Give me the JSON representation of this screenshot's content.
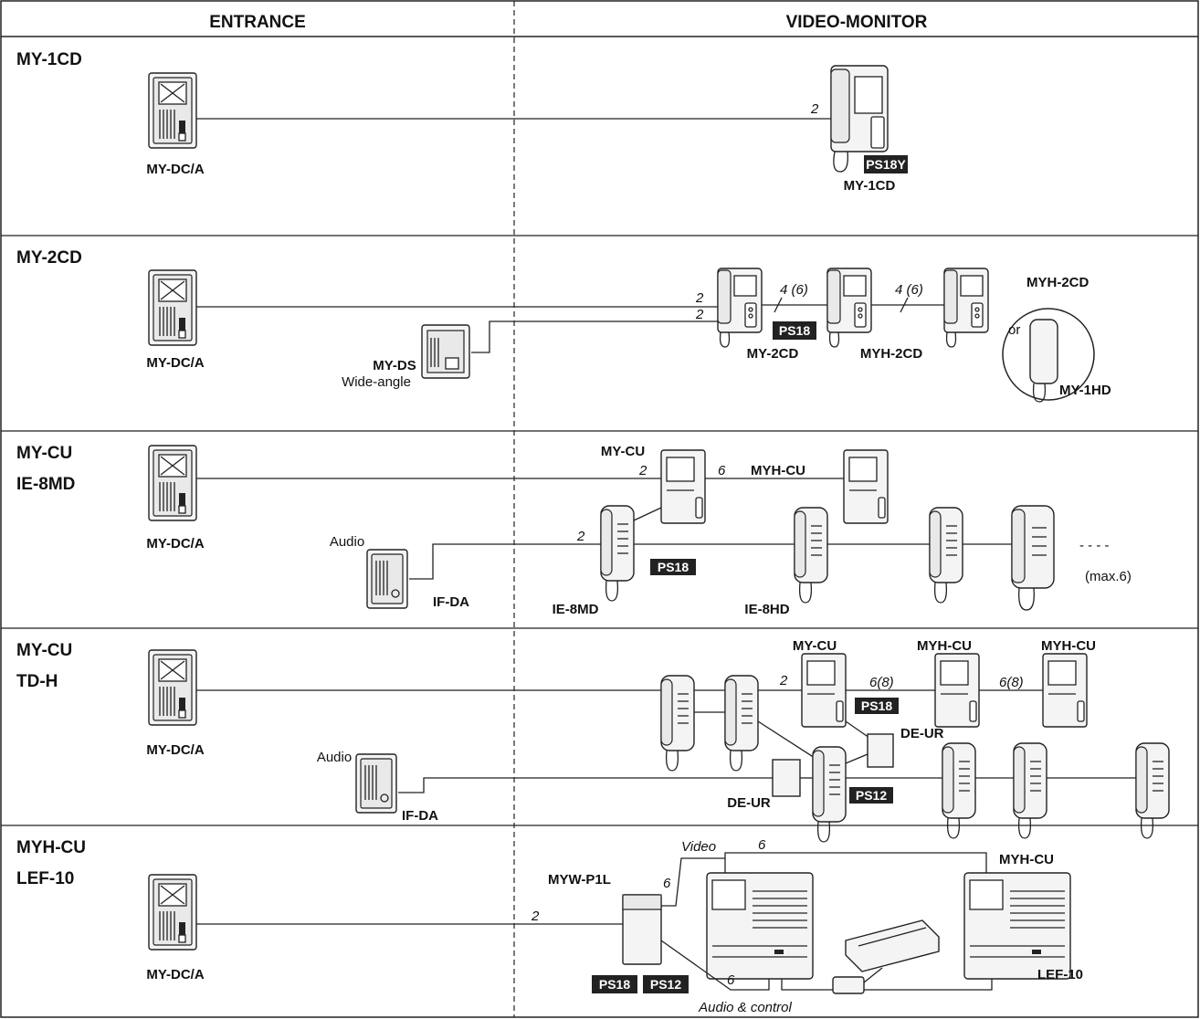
{
  "headers": {
    "entrance": "ENTRANCE",
    "monitor": "VIDEO-MONITOR"
  },
  "rows": [
    {
      "title": [
        "MY-1CD"
      ]
    },
    {
      "title": [
        "MY-2CD"
      ]
    },
    {
      "title": [
        "MY-CU",
        "IE-8MD"
      ]
    },
    {
      "title": [
        "MY-CU",
        "TD-H"
      ]
    },
    {
      "title": [
        "MYH-CU",
        "LEF-10"
      ]
    }
  ],
  "entrance_device_label": "MY-DC/A",
  "row1": {
    "wire": "2",
    "monitor": "MY-1CD",
    "psu": "PS18Y"
  },
  "row2": {
    "ds_label": "MY-DS",
    "ds_sub": "Wide-angle",
    "wire_a": "2",
    "wire_b": "2",
    "wire_c": "4 (6)",
    "wire_d": "4 (6)",
    "psu": "PS18",
    "mon1": "MY-2CD",
    "mon2": "MYH-2CD",
    "mon3": "MYH-2CD",
    "or": "or",
    "handset": "MY-1HD"
  },
  "row3": {
    "cu": "MY-CU",
    "myh": "MYH-CU",
    "wire_a": "2",
    "wire_b": "6",
    "wire_c": "2",
    "audio": "Audio",
    "ifda": "IF-DA",
    "ie8md": "IE-8MD",
    "ie8hd": "IE-8HD",
    "psu": "PS18",
    "dashes": "- - - -",
    "max": "(max.6)"
  },
  "row4": {
    "cu": "MY-CU",
    "myh1": "MYH-CU",
    "myh2": "MYH-CU",
    "wire_a": "2",
    "wire_b": "6(8)",
    "wire_c": "6(8)",
    "psu18": "PS18",
    "deur1": "DE-UR",
    "deur2": "DE-UR",
    "psu12": "PS12",
    "audio": "Audio",
    "ifda": "IF-DA"
  },
  "row5": {
    "mywp1l": "MYW-P1L",
    "video": "Video",
    "wire_a": "6",
    "wire_b": "6",
    "wire_c": "2",
    "wire_d": "6",
    "myh": "MYH-CU",
    "lef": "LEF-10",
    "psu18": "PS18",
    "psu12": "PS12",
    "audio_control": "Audio & control"
  }
}
